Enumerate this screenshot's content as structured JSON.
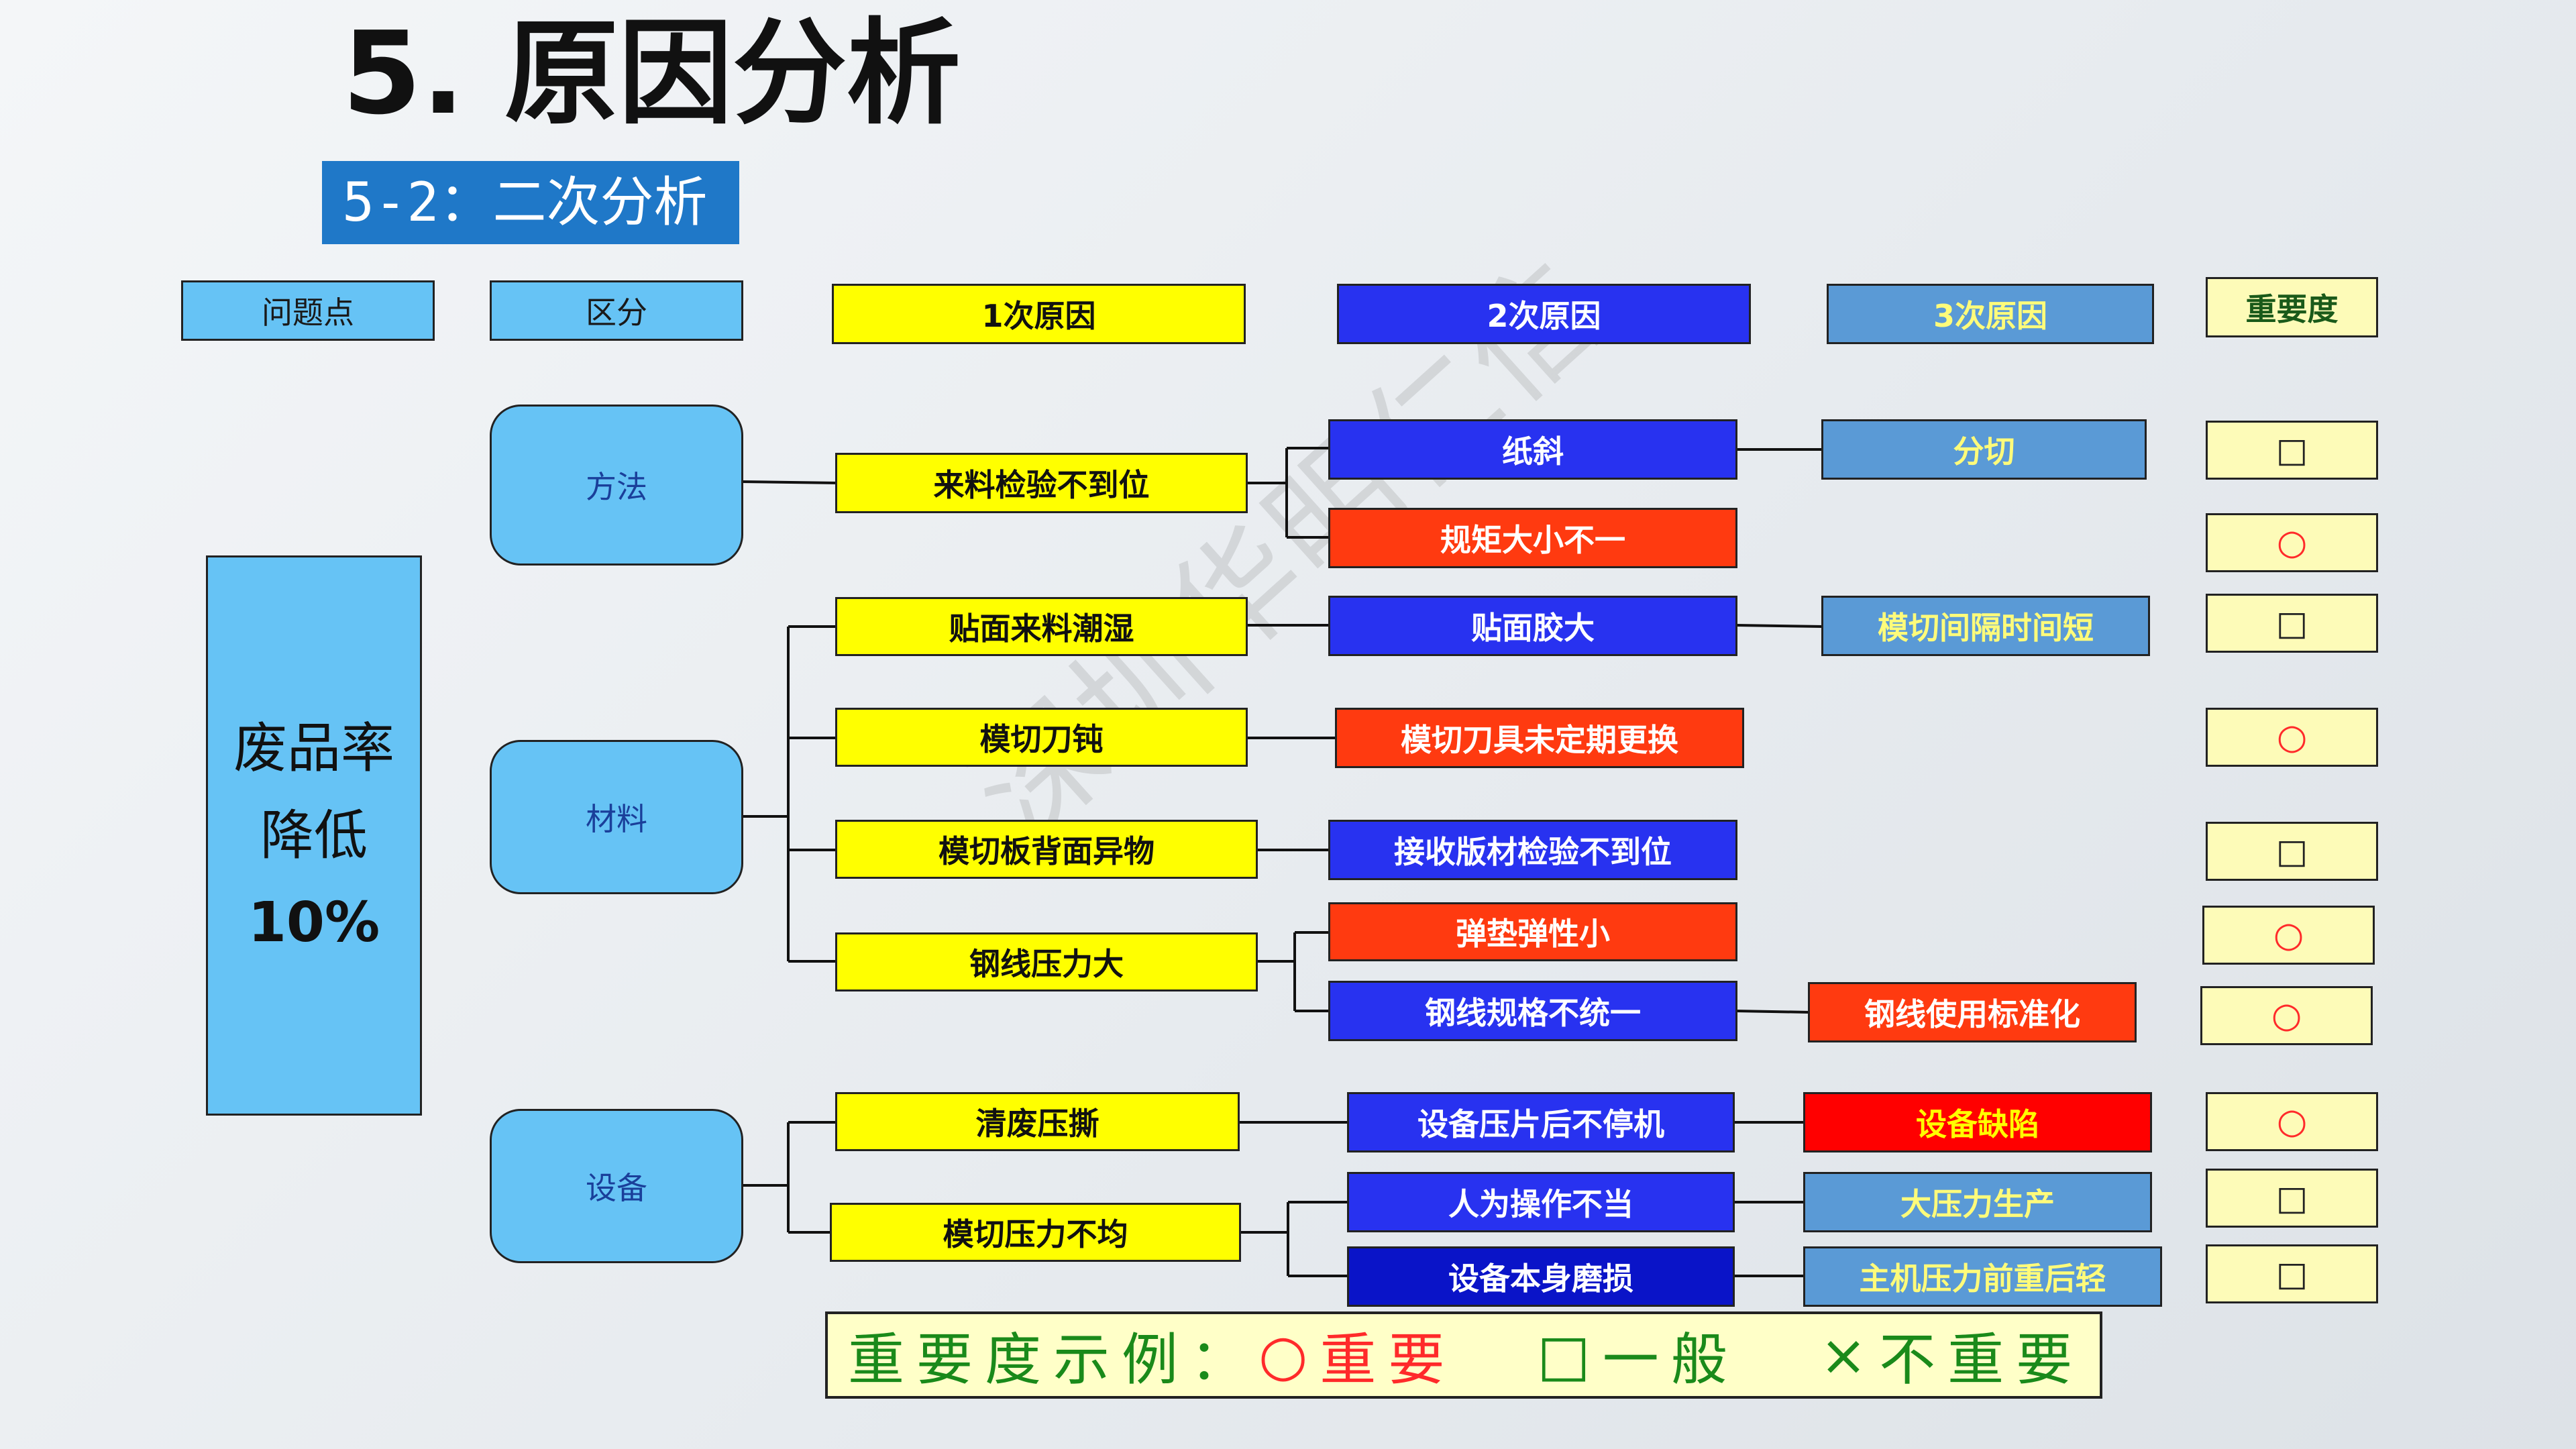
{
  "slide": {
    "title": "5. 原因分析",
    "subtitle": "5-2：二次分析",
    "watermark": "深圳华明仁信"
  },
  "headers": {
    "problem_point": "问题点",
    "category": "区分",
    "cause1": "1次原因",
    "cause2": "2次原因",
    "cause3": "3次原因",
    "importance": "重要度"
  },
  "problem": {
    "line1": "废品率",
    "line2": "降低",
    "value": "10%"
  },
  "categories": [
    "方法",
    "材料",
    "设备"
  ],
  "cause1": [
    "来料检验不到位",
    "贴面来料潮湿",
    "模切刀钝",
    "模切板背面异物",
    "钢线压力大",
    "清废压撕",
    "模切压力不均"
  ],
  "cause2": [
    "纸斜",
    "规矩大小不一",
    "贴面胶大",
    "模切刀具未定期更换",
    "接收版材检验不到位",
    "弹垫弹性小",
    "钢线规格不统一",
    "设备压片后不停机",
    "人为操作不当",
    "设备本身磨损"
  ],
  "cause3": [
    "分切",
    "模切间隔时间短",
    "钢线使用标准化",
    "设备缺陷",
    "大压力生产",
    "主机压力前重后轻"
  ],
  "importance": [
    "□",
    "○",
    "□",
    "○",
    "□",
    "○",
    "○",
    "○",
    "□",
    "□"
  ],
  "legend": {
    "prefix": "重要度示例：",
    "important_mark": "○",
    "important": "重要",
    "general_mark": "□",
    "general": "一般",
    "not_mark": "×",
    "not_important": "不重要"
  },
  "colors": {
    "light_blue": "#66c3f5",
    "yellow": "#ffff00",
    "blue": "#2832f0",
    "steel_blue": "#5a9ad6",
    "red": "#ff3a10",
    "cream": "#fdfbb8",
    "legend_green": "#1a8a1a"
  }
}
